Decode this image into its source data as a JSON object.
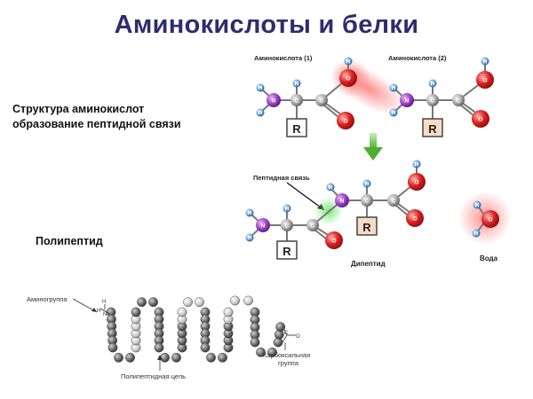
{
  "title": "Аминокислоты и белки",
  "side_text": {
    "line1": "Структура аминокислот",
    "line2": "образование пептидной связи",
    "polypeptide": "Полипептид"
  },
  "labels": {
    "amino1": "Аминокислота (1)",
    "amino2": "Аминокислота (2)",
    "peptide_bond": "Пептидная связь",
    "dipeptide": "Дипептид",
    "water": "Вода",
    "amino_group": "Аминогруппа",
    "carboxyl_line1": "Карбоксильная",
    "carboxyl_line2": "группа",
    "chain": "Полипептидная цепь"
  },
  "atoms": {
    "H": "H",
    "N": "N",
    "C": "C",
    "O": "O",
    "R": "R"
  },
  "colors": {
    "title": "#2f2c6e",
    "nitrogen": "#8e2fb5",
    "oxygen": "#d81d1d",
    "hydrogen": "#4a88c9",
    "carbon": "#9a9a9a",
    "r_box": "#f6dcc6",
    "arrow": "#6cc24a",
    "bond_highlight": "#7ee07e"
  }
}
